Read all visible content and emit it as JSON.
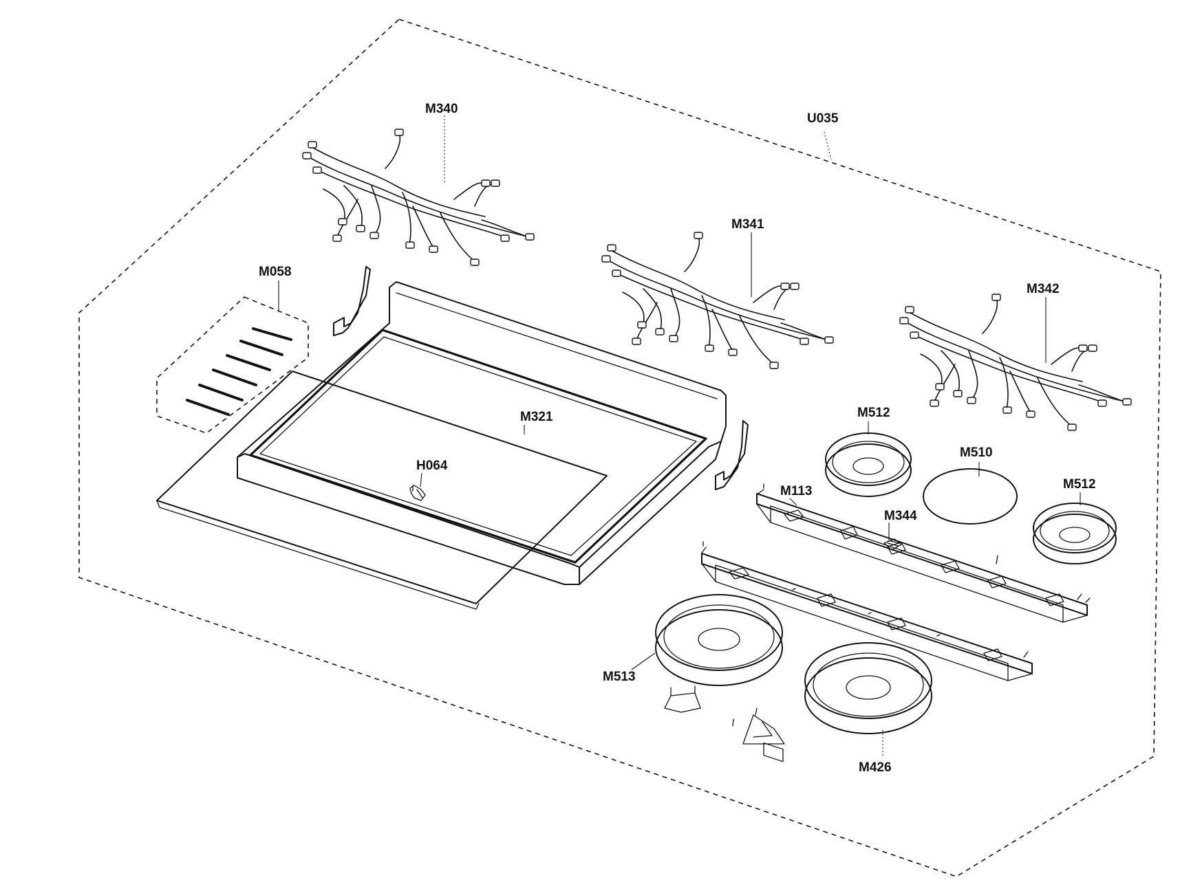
{
  "labels": {
    "U035": "U035",
    "M340": "M340",
    "M341": "M341",
    "M342": "M342",
    "M058": "M058",
    "M321": "M321",
    "H064": "H064",
    "M512_top": "M512",
    "M510": "M510",
    "M512_right": "M512",
    "M113": "M113",
    "M344": "M344",
    "M513": "M513",
    "M426": "M426"
  }
}
